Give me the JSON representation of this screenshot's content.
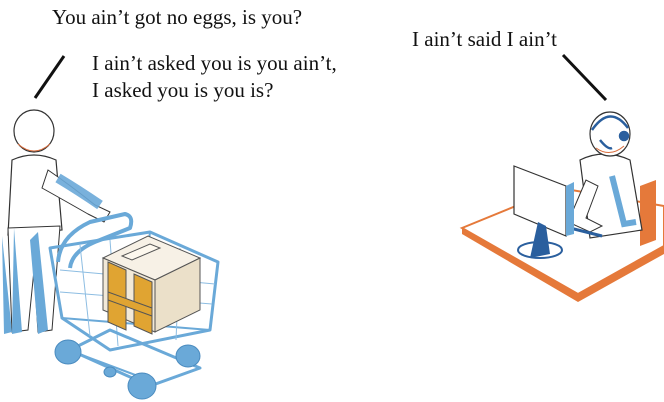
{
  "dialogue": {
    "shopper_line_1": "You ain’t got no eggs, is you?",
    "shopper_line_2a": "I ain’t asked you is you ain’t,",
    "shopper_line_2b": "I asked you is you is?",
    "clerk_line": "I ain’t said I ain’t"
  },
  "colors": {
    "blue": "#6aa9d8",
    "dark_blue": "#2a5f9e",
    "box_tan": "#e0a432",
    "desk_orange": "#e5793a",
    "outline": "#222222",
    "skin_outline": "#d86b3a"
  },
  "icons": [
    "shopper-figure",
    "shopping-cart",
    "cardboard-box",
    "clerk-figure",
    "headset",
    "computer-monitor",
    "desk",
    "chair"
  ]
}
